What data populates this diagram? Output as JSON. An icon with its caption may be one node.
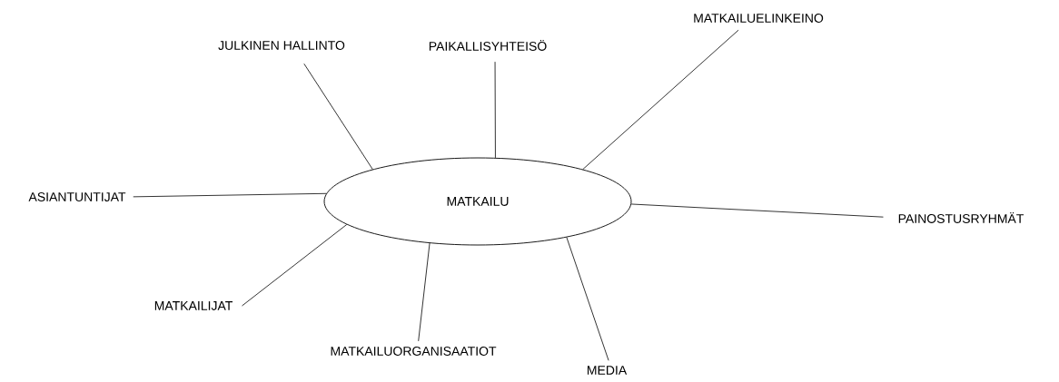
{
  "diagram": {
    "nodes": [
      {
        "text": [
          "MATKAILU"
        ]
      },
      {
        "text": [
          "JULKINEN HALLINTO"
        ]
      },
      {
        "text": [
          "PAIKALLISYHTEISÖ"
        ]
      },
      {
        "text": [
          "MATKAILUELINKEINO"
        ]
      },
      {
        "text": [
          "ASIANTUNTIJAT"
        ]
      },
      {
        "text": [
          "PAINOSTUSRYHMÄT"
        ]
      },
      {
        "text": [
          "MATKAILIJAT"
        ]
      },
      {
        "text": [
          "MATKAILUORGANISAATIOT"
        ]
      },
      {
        "text": [
          "MEDIA"
        ]
      }
    ],
    "edges": [
      {
        "from": 0,
        "to": 1,
        "arrow": "none"
      },
      {
        "from": 0,
        "to": 2,
        "arrow": "none"
      },
      {
        "from": 0,
        "to": 3,
        "arrow": "none"
      },
      {
        "from": 0,
        "to": 4,
        "arrow": "none"
      },
      {
        "from": 0,
        "to": 5,
        "arrow": "none"
      },
      {
        "from": 0,
        "to": 6,
        "arrow": "none"
      },
      {
        "from": 0,
        "to": 7,
        "arrow": "none"
      },
      {
        "from": 0,
        "to": 8,
        "arrow": "none"
      }
    ]
  }
}
